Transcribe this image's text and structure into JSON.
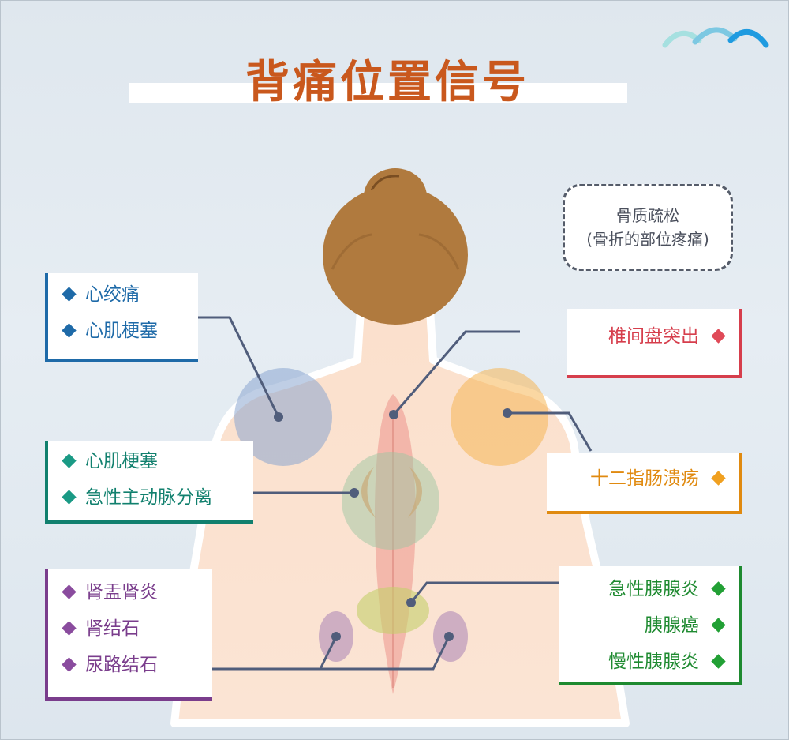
{
  "title": "背痛位置信号",
  "note": {
    "line1": "骨质疏松",
    "line2": "(骨折的部位疼痛)"
  },
  "colors": {
    "title": "#c9581d",
    "blue": "#1e6aa8",
    "teal": "#11806e",
    "purple": "#7a3d8c",
    "red": "#d63e4c",
    "orange": "#e08a10",
    "green": "#1e8a30",
    "hair": "#b07a3e",
    "skin": "#fbe1cf"
  },
  "groups": {
    "heart": [
      "心绞痛",
      "心肌梗塞"
    ],
    "aorta": [
      "心肌梗塞",
      "急性主动脉分离"
    ],
    "kidney": [
      "肾盂肾炎",
      "肾结石",
      "尿路结石"
    ],
    "spine": [
      "椎间盘突出"
    ],
    "duodenum": [
      "十二指肠溃疡"
    ],
    "pancreas": [
      "急性胰腺炎",
      "胰腺癌",
      "慢性胰腺炎"
    ]
  }
}
